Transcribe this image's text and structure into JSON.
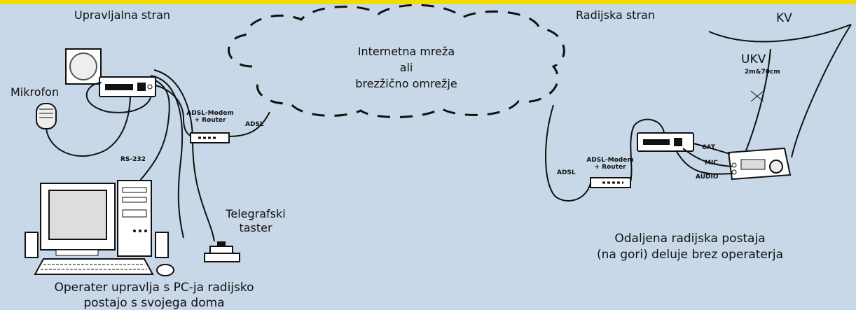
{
  "colors": {
    "background": "#c8d8e8",
    "top_bar": "#f0dc00",
    "line": "#111111"
  },
  "control_side": {
    "title": "Upravljalna stran",
    "microphone_label": "Mikrofon",
    "rs232_label": "RS-232",
    "modem_label_line1": "ADSL-Modem",
    "modem_label_line2": "+ Router",
    "adsl_label": "ADSL",
    "key_label_line1": "Telegrafski",
    "key_label_line2": "taster",
    "caption_line1": "Operater upravlja s PC-ja radijsko",
    "caption_line2": "postajo s svojega doma"
  },
  "cloud": {
    "line1": "Internetna mreža",
    "line2": "ali",
    "line3": "brezžično omrežje"
  },
  "radio_side": {
    "title": "Radijska stran",
    "kv_label": "KV",
    "ukv_label": "UKV",
    "band_label": "2m&70cm",
    "modem_label_line1": "ADSL-Modem",
    "modem_label_line2": "+ Router",
    "adsl_label": "ADSL",
    "cat_label": "CAT",
    "mic_label": "MIC",
    "audio_label": "AUDIO",
    "caption_line1": "Odaljena radijska postaja",
    "caption_line2": "(na gori) deluje brez operaterja"
  }
}
